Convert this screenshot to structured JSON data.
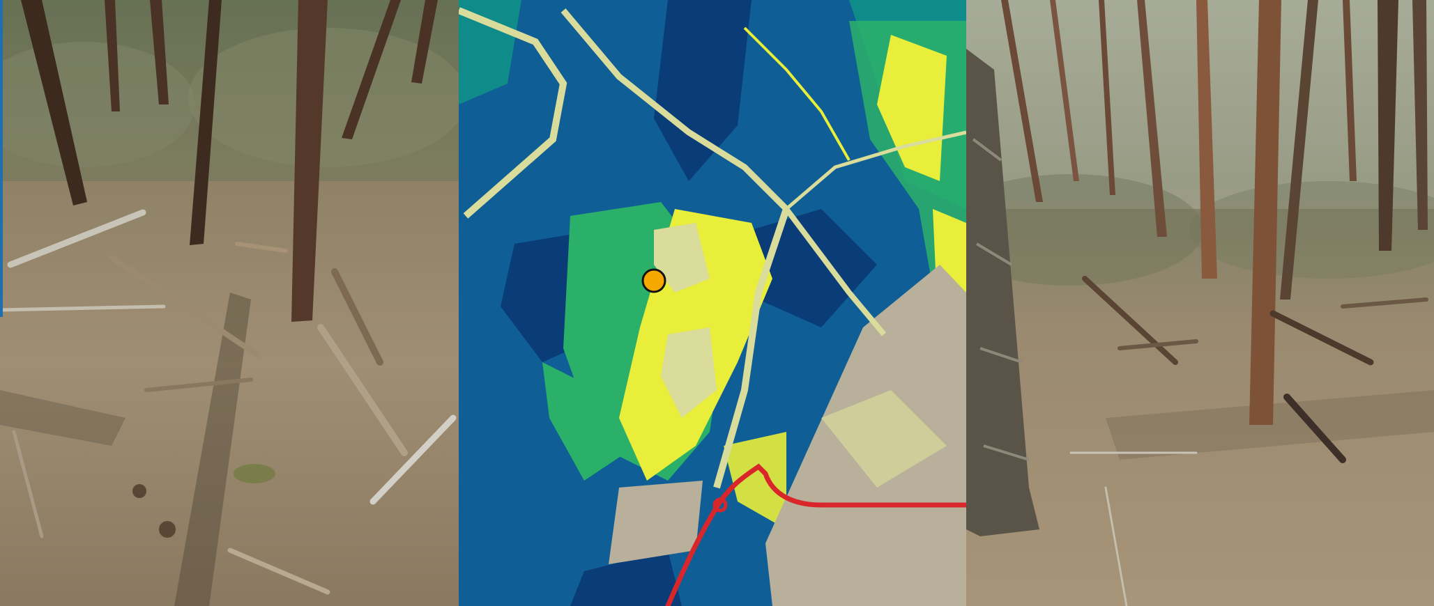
{
  "panels": [
    {
      "id": "left-photo",
      "kind": "photo",
      "subject": "pine-forest-floor-with-fallen-branches"
    },
    {
      "id": "center-map",
      "kind": "classified-raster-map",
      "subject": "vegetation-index-map"
    },
    {
      "id": "right-photo",
      "kind": "photo",
      "subject": "pine-forest-stand"
    }
  ],
  "map": {
    "marker": {
      "icon": "location-dot-icon",
      "color": "#F5A800"
    },
    "trail_color": "#D9262B",
    "palette": {
      "deep_blue": "#0A3C78",
      "blue": "#0F5E96",
      "teal": "#0F8C8A",
      "green": "#2BB06A",
      "yellow": "#E8EE3A",
      "pale": "#D9DC9A",
      "grey": "#B8B09A"
    }
  },
  "colors": {
    "edge_accent": "#1F6FB0",
    "forest_ground": "#8E7E66",
    "trunk": "#4A3324"
  }
}
